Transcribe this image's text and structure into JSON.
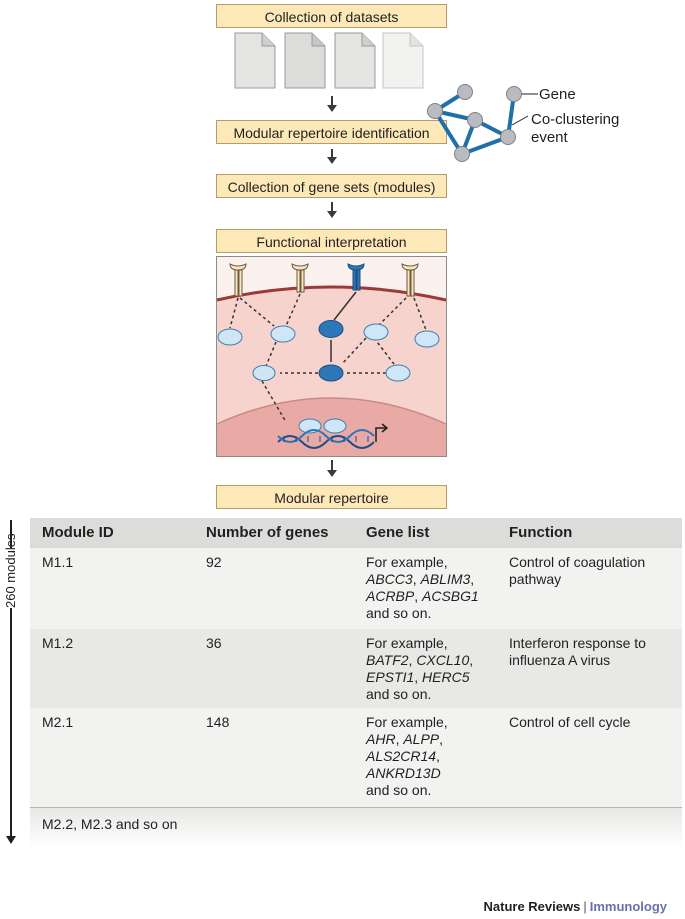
{
  "pipeline": {
    "step1": "Collection of datasets",
    "step2": "Modular repertoire identification",
    "step3": "Collection of gene sets (modules)",
    "step4": "Functional interpretation",
    "step5": "Modular repertoire"
  },
  "network_legend": {
    "gene": "Gene",
    "coclustering_line1": "Co-clustering",
    "coclustering_line2": "event"
  },
  "side_label": "260 modules",
  "table": {
    "headers": [
      "Module ID",
      "Number of genes",
      "Gene list",
      "Function"
    ],
    "rows": [
      {
        "id": "M1.1",
        "count": "92",
        "prefix": "For example,",
        "genes": [
          "ABCC3",
          "ABLIM3",
          "ACRBP",
          "ACSBG1"
        ],
        "suffix": "and so on.",
        "function": "Control of coagulation pathway"
      },
      {
        "id": "M1.2",
        "count": "36",
        "prefix": "For example,",
        "genes": [
          "BATF2",
          "CXCL10",
          "EPSTI1",
          "HERC5"
        ],
        "suffix": "and so on.",
        "function": "Interferon response to influenza A virus"
      },
      {
        "id": "M2.1",
        "count": "148",
        "prefix": "For example,",
        "genes": [
          "AHR",
          "ALPP",
          "ALS2CR14",
          "ANKRD13D"
        ],
        "suffix": "and so on.",
        "function": "Control of cell cycle"
      }
    ],
    "footer": "M2.2, M2.3 and so on"
  },
  "credit": {
    "journal": "Nature Reviews",
    "separator": "|",
    "section": "Immunology"
  },
  "colors": {
    "box_fill": "#fde8b8",
    "network_edge": "#1f6fa8",
    "node_gray": "#b8bcc0",
    "cell_blue": "#cfe6f6",
    "active_blue": "#2d77b8",
    "cytoplasm": "#f6d3cc",
    "nucleus": "#e9a9a5",
    "table_header": "#dcdcda",
    "row_gray": "#e8e8e6",
    "row_light": "#f2f2f1"
  }
}
